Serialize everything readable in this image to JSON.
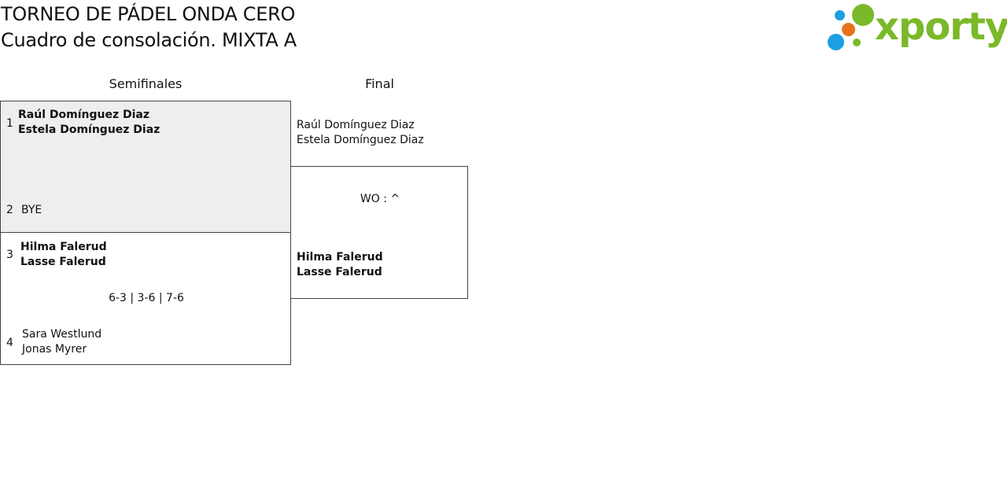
{
  "header": {
    "title": "TORNEO DE PÁDEL ONDA CERO",
    "subtitle": "Cuadro de consolación. MIXTA A"
  },
  "logo": {
    "wordmark": "xporty",
    "colors": {
      "blue": "#1a9fe0",
      "orange": "#e8711c",
      "green": "#7ab929"
    }
  },
  "rounds": [
    {
      "label": "Semifinales"
    },
    {
      "label": "Final"
    }
  ],
  "semifinals": [
    {
      "top": {
        "seed": "1",
        "players": [
          "Raúl Domínguez Diaz",
          "Estela Domínguez Diaz"
        ],
        "winner": true
      },
      "bottom": {
        "seed": "2",
        "players": [
          "BYE"
        ],
        "winner": false
      },
      "score": ""
    },
    {
      "top": {
        "seed": "3",
        "players": [
          "Hilma Falerud",
          "Lasse Falerud"
        ],
        "winner": true
      },
      "bottom": {
        "seed": "4",
        "players": [
          "Sara Westlund",
          "Jonas Myrer"
        ],
        "winner": false
      },
      "score": "6-3 | 3-6 | 7-6"
    }
  ],
  "final": {
    "top": {
      "players": [
        "Raúl Domínguez Diaz",
        "Estela Domínguez Diaz"
      ],
      "winner": false
    },
    "bottom": {
      "players": [
        "Hilma Falerud",
        "Lasse Falerud"
      ],
      "winner": true
    },
    "score": "WO : ^"
  },
  "colors": {
    "shaded_background": "#eeeeee",
    "border": "#444444"
  }
}
